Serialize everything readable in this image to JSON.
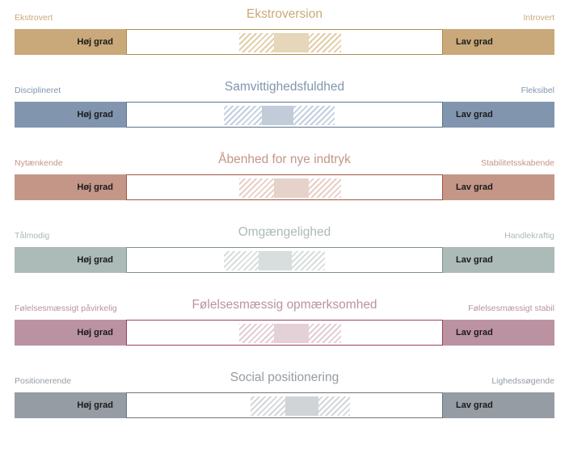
{
  "chart_data": {
    "type": "bar",
    "title": "",
    "xlabel": "",
    "ylabel": "",
    "axis_anchor_high": "Høj grad",
    "axis_anchor_low": "Lav grad",
    "scale_min": 0,
    "scale_max": 100,
    "series": [
      {
        "name": "Ekstroversion",
        "pole_left": "Ekstrovert",
        "pole_right": "Introvert",
        "color": "#c9a979",
        "border_color": "#b08a4e",
        "hatch_color": "#e2cda8",
        "core_color": "#e6d6ba",
        "spread_start_pct": 35.5,
        "spread_end_pct": 67.5,
        "core_start_pct": 46.5,
        "core_end_pct": 57.5
      },
      {
        "name": "Samvittighedsfuldhed",
        "pole_left": "Disciplineret",
        "pole_right": "Fleksibel",
        "color": "#8196ae",
        "border_color": "#5c7591",
        "hatch_color": "#c3cede",
        "core_color": "#c2cbd8",
        "spread_start_pct": 30.5,
        "spread_end_pct": 65.5,
        "core_start_pct": 42.5,
        "core_end_pct": 52.5
      },
      {
        "name": "Åbenhed for nye indtryk",
        "pole_left": "Nytænkende",
        "pole_right": "Stabilitetsskabende",
        "color": "#c49688",
        "border_color": "#a4543f",
        "hatch_color": "#e6cfc6",
        "core_color": "#e5d3cb",
        "spread_start_pct": 35.5,
        "spread_end_pct": 67.5,
        "core_start_pct": 46.5,
        "core_end_pct": 57.5
      },
      {
        "name": "Omgængelighed",
        "pole_left": "Tålmodig",
        "pole_right": "Handlekraftig",
        "color": "#acbab8",
        "border_color": "#7f918f",
        "hatch_color": "#d6dedd",
        "core_color": "#d8dedd",
        "spread_start_pct": 30.5,
        "spread_end_pct": 62.5,
        "core_start_pct": 41.5,
        "core_end_pct": 52.0
      },
      {
        "name": "Følelsesmæssig opmærksomhed",
        "pole_left": "Følelsesmæssigt påvirkelig",
        "pole_right": "Følelsesmæssigt stabil",
        "color": "#bb92a1",
        "border_color": "#9b3f60",
        "hatch_color": "#e3ccd4",
        "core_color": "#e4d0d7",
        "spread_start_pct": 35.5,
        "spread_end_pct": 67.5,
        "core_start_pct": 46.5,
        "core_end_pct": 57.5
      },
      {
        "name": "Social positionering",
        "pole_left": "Positionerende",
        "pole_right": "Lighedssøgende",
        "color": "#959ca3",
        "border_color": "#6e757c",
        "hatch_color": "#d3d6d9",
        "core_color": "#d0d4d7",
        "spread_start_pct": 39.0,
        "spread_end_pct": 70.5,
        "core_start_pct": 50.0,
        "core_end_pct": 60.5
      }
    ]
  }
}
